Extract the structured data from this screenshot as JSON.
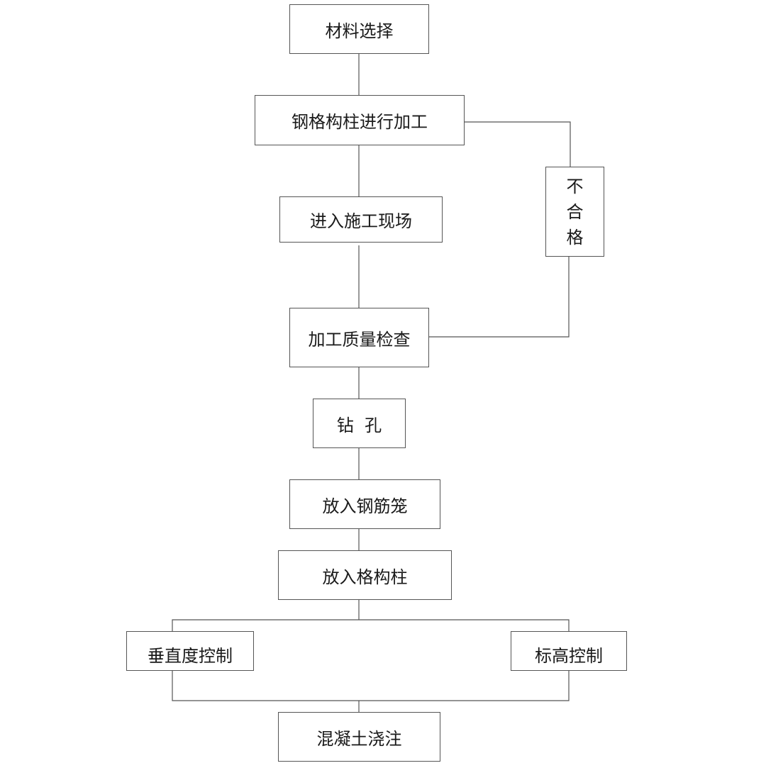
{
  "diagram": {
    "nodes": {
      "material_selection": "材料选择",
      "steel_lattice_processing": "钢格构柱进行加工",
      "enter_site": "进入施工现场",
      "quality_inspection": "加工质量检查",
      "drilling": "钻  孔",
      "place_rebar_cage": "放入钢筋笼",
      "place_lattice_column": "放入格构柱",
      "verticality_control": "垂直度控制",
      "elevation_control": "标高控制",
      "concrete_pouring": "混凝土浇注"
    },
    "unqualified": {
      "char1": "不",
      "char2": "合",
      "char3": "格"
    }
  }
}
